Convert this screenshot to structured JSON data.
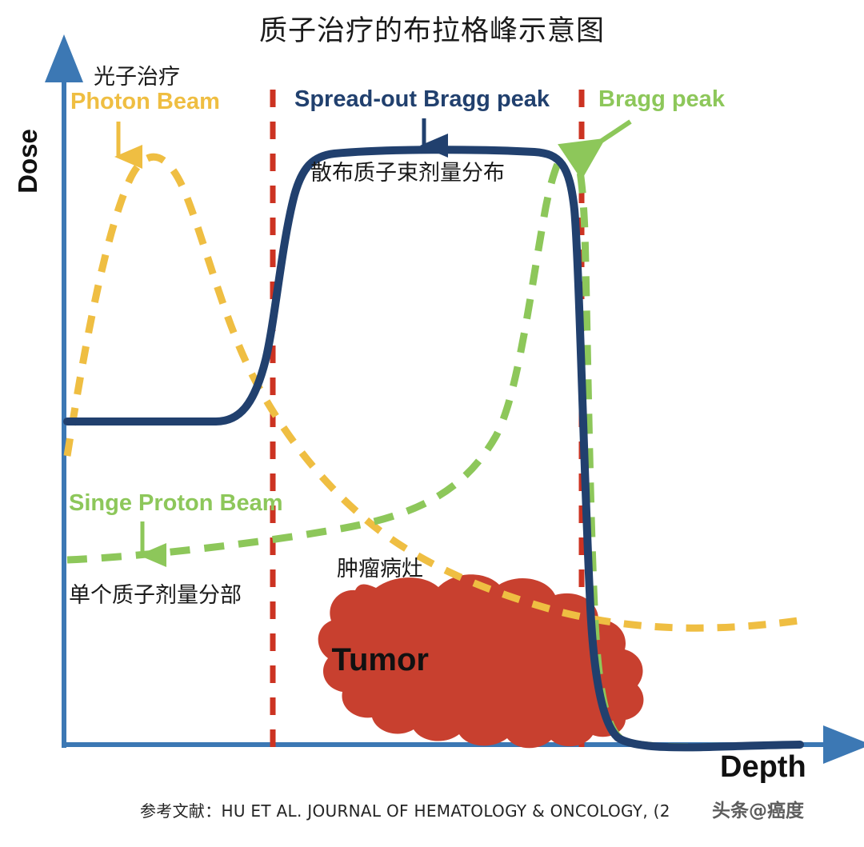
{
  "title": "质子治疗的布拉格峰示意图",
  "axes": {
    "y_label": "Dose",
    "x_label": "Depth",
    "axis_color": "#3C78B4"
  },
  "annotations": {
    "photon_cn": "光子治疗",
    "photon_en": "Photon Beam",
    "sobp_en": "Spread-out Bragg peak",
    "sobp_cn": "散布质子束剂量分布",
    "bragg_en": "Bragg peak",
    "single_en": "Singe Proton Beam",
    "single_cn": "单个质子剂量分部",
    "tumor_cn": "肿瘤病灶",
    "tumor_en": "Tumor"
  },
  "colors": {
    "photon": "#EFBE42",
    "sobp": "#21406E",
    "bragg": "#8DC75A",
    "tumor": "#C8402F",
    "marker_line": "#CC3322",
    "axis": "#3C78B4"
  },
  "footer": {
    "reference": "参考文献：HU ET AL. JOURNAL OF HEMATOLOGY & ONCOLOGY, (2",
    "watermark": "头条@癌度"
  },
  "chart_data": {
    "type": "line",
    "title": "质子治疗的布拉格峰示意图",
    "xlabel": "Depth",
    "ylabel": "Dose",
    "xlim": [
      0,
      100
    ],
    "ylim": [
      0,
      100
    ],
    "grid": false,
    "legend": "inline-annotations",
    "markers": {
      "tumor_region_start_depth": 28,
      "tumor_region_end_depth": 70,
      "marker_line_style": "dashed",
      "marker_line_color": "#CC3322"
    },
    "series": [
      {
        "name": "Photon Beam",
        "label_cn": "光子治疗",
        "color": "#EFBE42",
        "style": "dashed",
        "x": [
          0,
          4,
          8,
          12,
          16,
          20,
          26,
          32,
          38,
          44,
          50,
          56,
          62,
          68,
          74,
          80,
          86,
          92,
          98
        ],
        "y": [
          47,
          68,
          79,
          82,
          80,
          75,
          67,
          59,
          52,
          46,
          41,
          36,
          32,
          28,
          25,
          22,
          19,
          17,
          15
        ]
      },
      {
        "name": "Spread-out Bragg peak",
        "label_cn": "散布质子束剂量分布",
        "color": "#21406E",
        "style": "solid",
        "x": [
          0,
          8,
          16,
          22,
          26,
          29,
          32,
          36,
          40,
          50,
          60,
          66,
          69,
          70,
          71,
          72,
          74,
          78,
          84,
          92,
          98
        ],
        "y": [
          48,
          48,
          48,
          49,
          53,
          66,
          81,
          89,
          91,
          92,
          92,
          92,
          91,
          85,
          58,
          25,
          8,
          3,
          2,
          2,
          2
        ]
      },
      {
        "name": "Singe Proton Beam",
        "label_cn": "单个质子剂量分部",
        "color": "#8DC75A",
        "style": "dashed",
        "x": [
          0,
          10,
          20,
          30,
          40,
          48,
          54,
          58,
          62,
          65,
          67,
          68,
          69,
          70,
          71,
          72,
          74,
          78,
          84,
          92,
          98
        ],
        "y": [
          26,
          27,
          28,
          30,
          33,
          37,
          43,
          52,
          67,
          82,
          90,
          92,
          92,
          86,
          58,
          26,
          8,
          3,
          2,
          2,
          2
        ]
      }
    ]
  }
}
